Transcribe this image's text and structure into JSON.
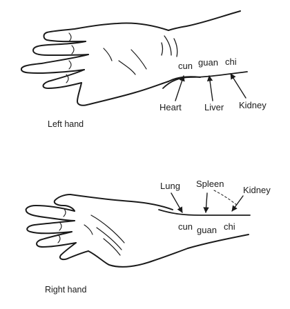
{
  "left_hand": {
    "caption": "Left hand",
    "positions": [
      "cun",
      "guan",
      "chi"
    ],
    "organs": [
      "Heart",
      "Liver",
      "Kidney"
    ]
  },
  "right_hand": {
    "caption": "Right hand",
    "positions": [
      "cun",
      "guan",
      "chi"
    ],
    "organs": [
      "Lung",
      "Spleen",
      "Kidney"
    ]
  }
}
